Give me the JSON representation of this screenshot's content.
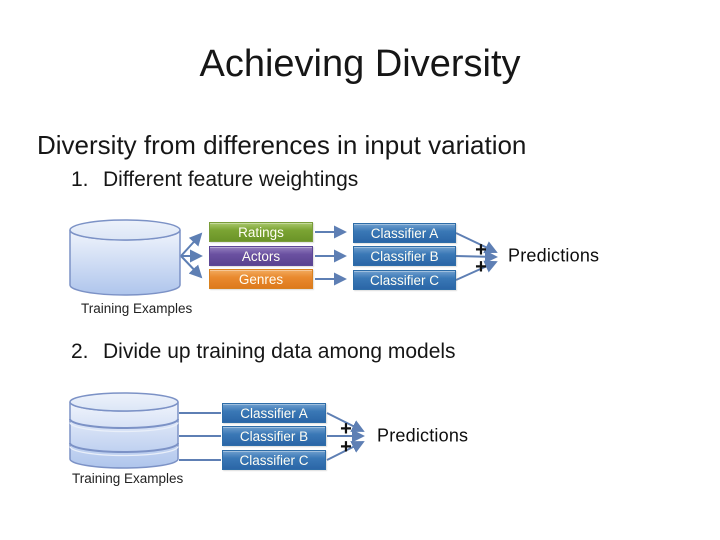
{
  "slide": {
    "title": "Achieving Diversity",
    "subtitle": "Diversity from differences in input variation",
    "items": [
      {
        "number": "1.",
        "text": "Different feature weightings"
      },
      {
        "number": "2.",
        "text": "Divide up training data among models"
      }
    ]
  },
  "diagram1": {
    "training_label": "Training Examples",
    "feature_boxes": [
      {
        "label": "Ratings",
        "color": "#7BA433"
      },
      {
        "label": "Actors",
        "color": "#6B51A1"
      },
      {
        "label": "Genres",
        "color": "#E98A2F"
      }
    ],
    "classifier_boxes": [
      {
        "label": "Classifier A"
      },
      {
        "label": "Classifier B"
      },
      {
        "label": "Classifier C"
      }
    ],
    "plus_top": "+",
    "plus_bottom": "+",
    "predictions_label": "Predictions"
  },
  "diagram2": {
    "training_label": "Training Examples",
    "classifier_boxes": [
      {
        "label": "Classifier A"
      },
      {
        "label": "Classifier B"
      },
      {
        "label": "Classifier C"
      }
    ],
    "plus_top": "+",
    "plus_bottom": "+",
    "predictions_label": "Predictions"
  },
  "colors": {
    "classifier_blue": "#2F6DB0",
    "connector_blue": "#5E7FB4",
    "cylinder_fill_light": "#F0F4FC",
    "cylinder_fill_dark": "#AFC5EC",
    "cylinder_stroke": "#7C92C6",
    "text_black": "#1A1A1A"
  }
}
